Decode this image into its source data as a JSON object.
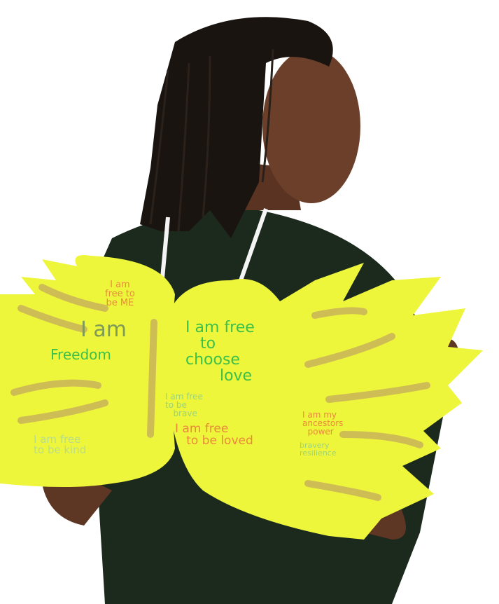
{
  "colors": {
    "wing": "#eef63c",
    "glitter": "#c9b35a",
    "shirt": "#1c2a1e",
    "skin": "#6b3f2a",
    "hair": "#1a1411",
    "green_text": "#3cc04a",
    "orange_text": "#e88a3a",
    "light_green_text": "#9cd27a",
    "gray_text": "#7f9a55"
  },
  "wing_left": {
    "free_to_be_me": "I am\nfree to\nbe ME",
    "i_am": "I am",
    "freedom": "Freedom",
    "free_to_be_kind": "I am free\nto be kind"
  },
  "wing_right": {
    "choose_love": "I am free\n   to\nchoose\n       love",
    "free_to_be_brave": "I am free\nto be\n   brave",
    "free_to_be_loved": "I am free\n   to be loved",
    "ancestors_power": "I am my\nancestors\n  power",
    "bravery_resilience": "bravery\nresilience"
  }
}
